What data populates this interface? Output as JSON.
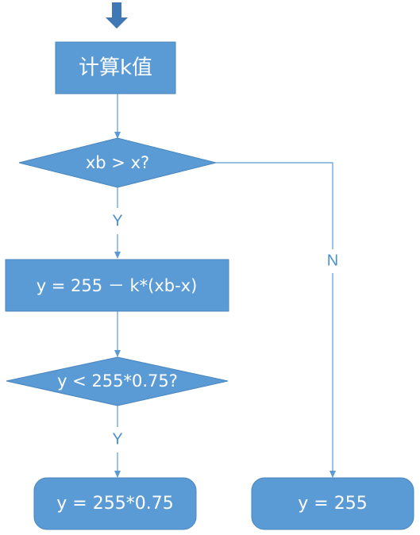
{
  "colors": {
    "node_fill": "#5b9bd5",
    "node_stroke": "#4a86bd",
    "edge": "#5b9bd5",
    "label": "#4a8fd0",
    "node_text": "#ffffff"
  },
  "nodes": {
    "entry_arrow": {
      "shape": "block-arrow"
    },
    "compute_k": {
      "shape": "rectangle",
      "label": "计算k值"
    },
    "check_xb": {
      "shape": "diamond",
      "label": "xb > x?"
    },
    "compute_y": {
      "shape": "rectangle",
      "label": "y = 255 － k*(xb-x)"
    },
    "check_y": {
      "shape": "diamond",
      "label": "y < 255*0.75?"
    },
    "result_075": {
      "shape": "rounded-rectangle",
      "label": "y = 255*0.75"
    },
    "result_255": {
      "shape": "rounded-rectangle",
      "label": "y = 255"
    }
  },
  "edges": {
    "k_to_check": {
      "from": "compute_k",
      "to": "check_xb",
      "label": ""
    },
    "check_yes": {
      "from": "check_xb",
      "to": "compute_y",
      "label": "Y"
    },
    "check_no": {
      "from": "check_xb",
      "to": "result_255",
      "label": "N"
    },
    "y_to_check": {
      "from": "compute_y",
      "to": "check_y",
      "label": ""
    },
    "check_y_yes": {
      "from": "check_y",
      "to": "result_075",
      "label": "Y"
    }
  }
}
